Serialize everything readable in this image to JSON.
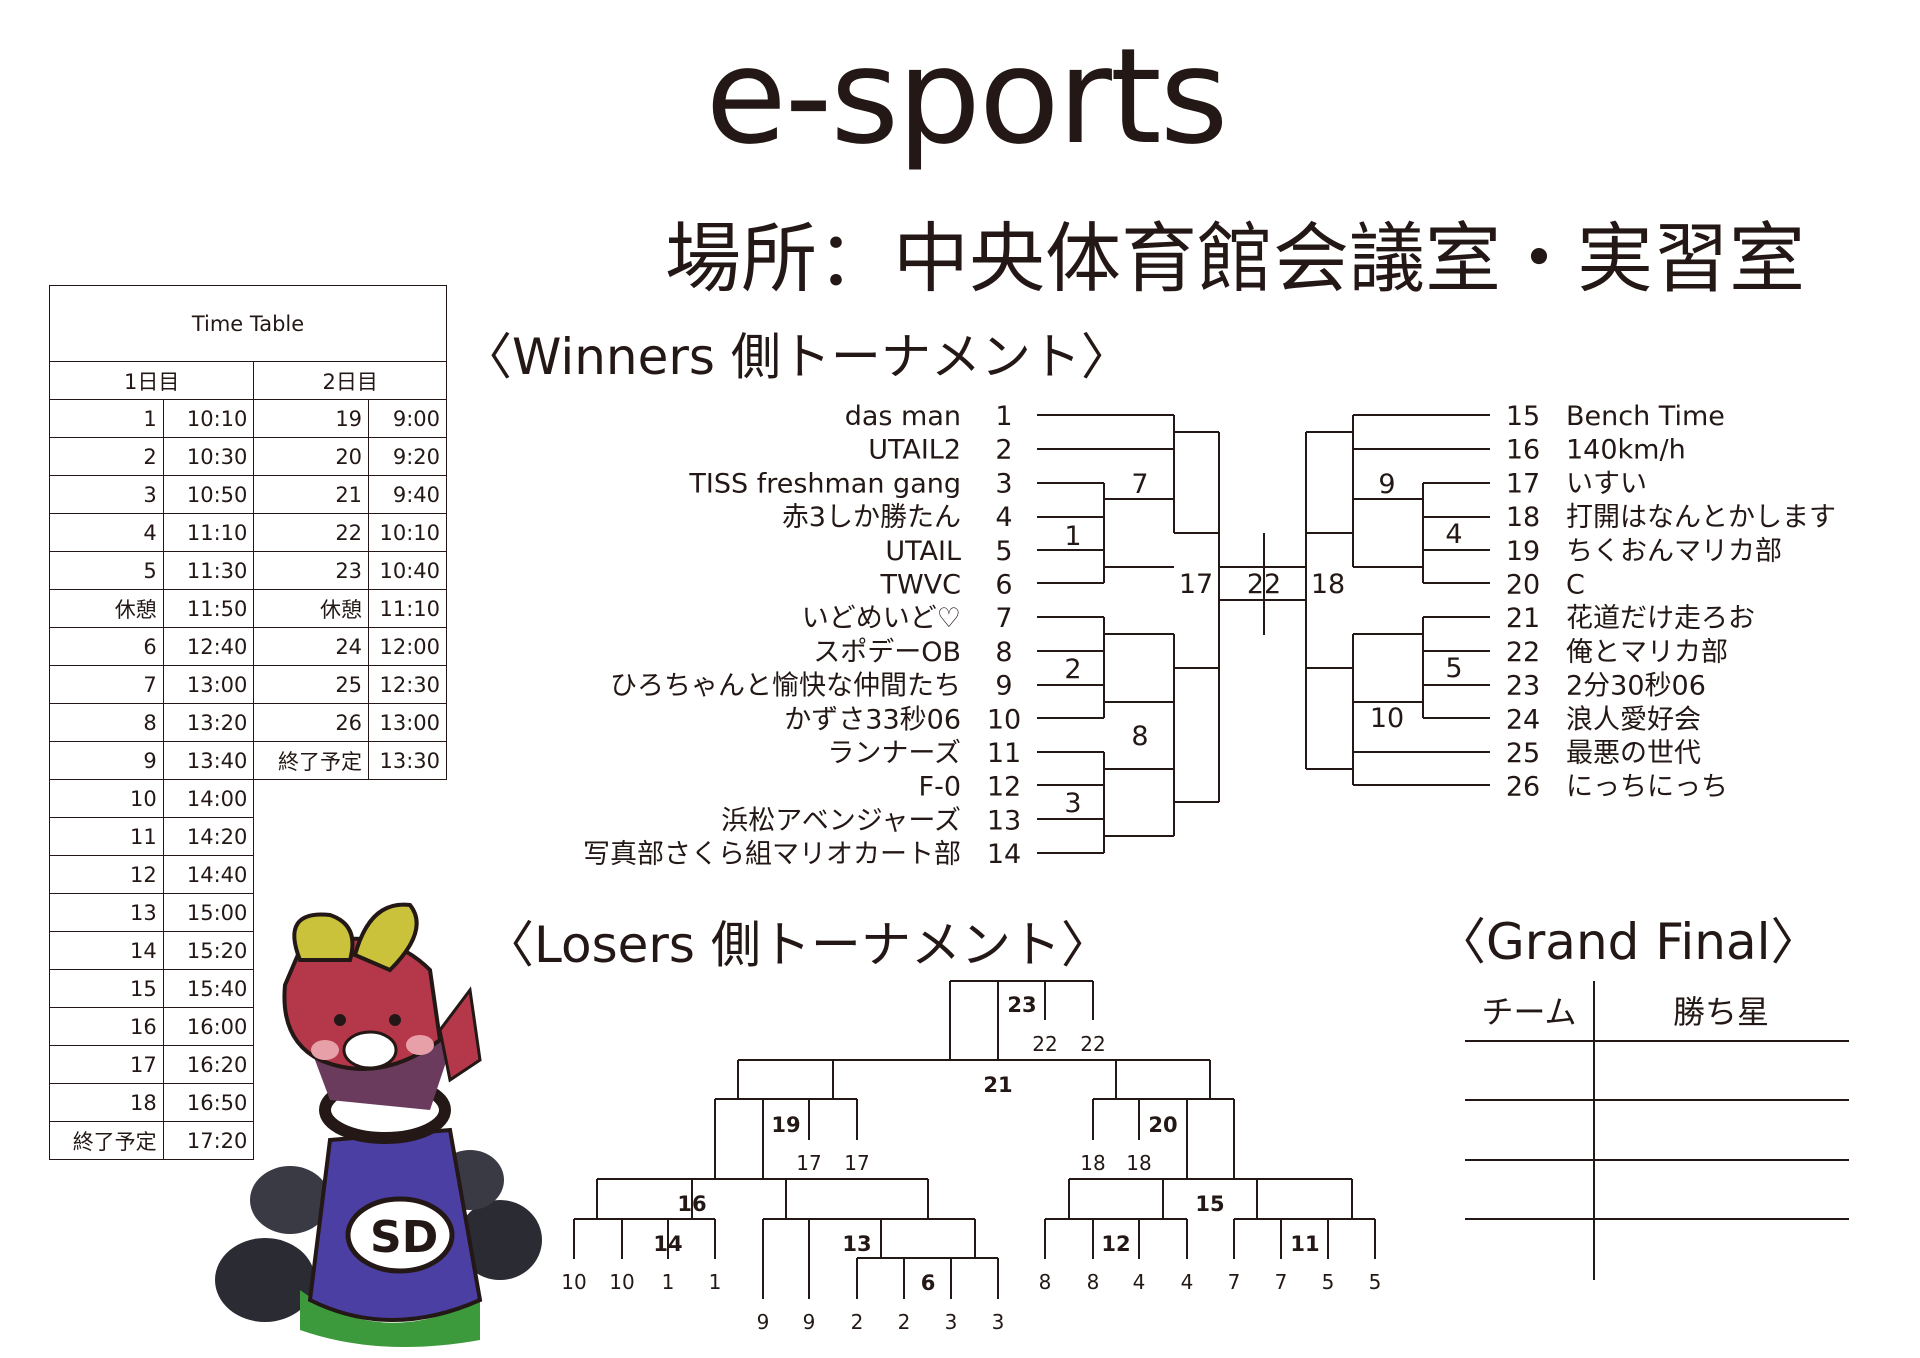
{
  "title": "e-sports",
  "venue": "場所：中央体育館会議室・実習室",
  "timetable": {
    "title": "Time Table",
    "day1_label": "1日目",
    "day2_label": "2日目",
    "day1": [
      [
        "1",
        "10:10"
      ],
      [
        "2",
        "10:30"
      ],
      [
        "3",
        "10:50"
      ],
      [
        "4",
        "11:10"
      ],
      [
        "5",
        "11:30"
      ],
      [
        "休憩",
        "11:50"
      ],
      [
        "6",
        "12:40"
      ],
      [
        "7",
        "13:00"
      ],
      [
        "8",
        "13:20"
      ],
      [
        "9",
        "13:40"
      ],
      [
        "10",
        "14:00"
      ],
      [
        "11",
        "14:20"
      ],
      [
        "12",
        "14:40"
      ],
      [
        "13",
        "15:00"
      ],
      [
        "14",
        "15:20"
      ],
      [
        "15",
        "15:40"
      ],
      [
        "16",
        "16:00"
      ],
      [
        "17",
        "16:20"
      ],
      [
        "18",
        "16:50"
      ],
      [
        "終了予定",
        "17:20"
      ]
    ],
    "day2": [
      [
        "19",
        "9:00"
      ],
      [
        "20",
        "9:20"
      ],
      [
        "21",
        "9:40"
      ],
      [
        "22",
        "10:10"
      ],
      [
        "23",
        "10:40"
      ],
      [
        "休憩",
        "11:10"
      ],
      [
        "24",
        "12:00"
      ],
      [
        "25",
        "12:30"
      ],
      [
        "26",
        "13:00"
      ],
      [
        "終了予定",
        "13:30"
      ]
    ]
  },
  "winners": {
    "heading": "〈Winners 側トーナメント〉",
    "left_teams": [
      [
        "1",
        "das man"
      ],
      [
        "2",
        "UTAIL2"
      ],
      [
        "3",
        "TISS freshman gang"
      ],
      [
        "4",
        "赤3しか勝たん"
      ],
      [
        "5",
        "UTAIL"
      ],
      [
        "6",
        "TWVC"
      ],
      [
        "7",
        "いどめいど♡"
      ],
      [
        "8",
        "スポデーOB"
      ],
      [
        "9",
        "ひろちゃんと愉快な仲間たち"
      ],
      [
        "10",
        "かずさ33秒06"
      ],
      [
        "11",
        "ランナーズ"
      ],
      [
        "12",
        "F-0"
      ],
      [
        "13",
        "浜松アベンジャーズ"
      ],
      [
        "14",
        "写真部さくら組マリオカート部"
      ]
    ],
    "right_teams": [
      [
        "15",
        "Bench Time"
      ],
      [
        "16",
        "140km/h"
      ],
      [
        "17",
        "いすい"
      ],
      [
        "18",
        "打開はなんとかします"
      ],
      [
        "19",
        "ちくおんマリカ部"
      ],
      [
        "20",
        "C"
      ],
      [
        "21",
        "花道だけ走ろお"
      ],
      [
        "22",
        "俺とマリカ部"
      ],
      [
        "23",
        "2分30秒06"
      ],
      [
        "24",
        "浪人愛好会"
      ],
      [
        "25",
        "最悪の世代"
      ],
      [
        "26",
        "にっちにっち"
      ]
    ],
    "matches": [
      "7",
      "1",
      "2",
      "8",
      "3",
      "17",
      "22",
      "18",
      "9",
      "4",
      "5",
      "10"
    ]
  },
  "losers": {
    "heading": "〈Losers 側トーナメント〉",
    "matches": [
      "23",
      "21",
      "19",
      "20",
      "16",
      "15",
      "14",
      "13",
      "6",
      "12",
      "11"
    ],
    "slots": [
      "22",
      "22",
      "17",
      "17",
      "18",
      "18",
      "10",
      "10",
      "1",
      "1",
      "9",
      "9",
      "2",
      "2",
      "3",
      "3",
      "8",
      "8",
      "4",
      "4",
      "7",
      "7",
      "5",
      "5"
    ]
  },
  "grand_final": {
    "heading": "〈Grand Final〉",
    "col_team": "チーム",
    "col_wins": "勝ち星"
  }
}
